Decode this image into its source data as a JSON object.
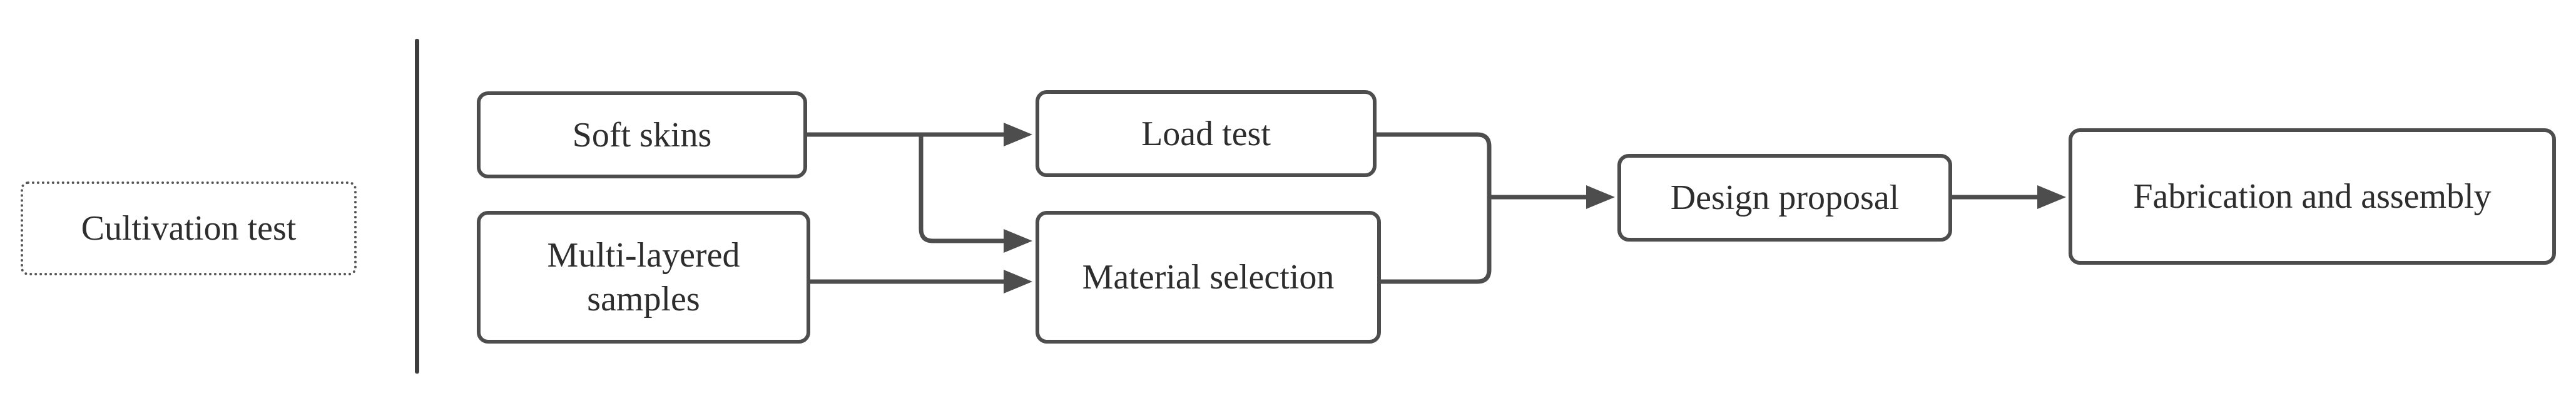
{
  "diagram": {
    "title": "Process flow diagram",
    "colors": {
      "background": "#ffffff",
      "line": "#4d4d4d",
      "box_border": "#4d4d4d",
      "text": "#2d2d2d",
      "divider": "#3d3d3d"
    },
    "nodes": {
      "cultivation": {
        "label": "Cultivation test",
        "style": "dotted"
      },
      "soft_skins": {
        "label": "Soft skins",
        "style": "solid"
      },
      "multi_layered": {
        "label": "Multi-layered samples",
        "style": "solid"
      },
      "load_test": {
        "label": "Load test",
        "style": "solid"
      },
      "material_selection": {
        "label": "Material selection",
        "style": "solid"
      },
      "design_proposal": {
        "label": "Design proposal",
        "style": "solid"
      },
      "fabrication": {
        "label": "Fabrication and assembly",
        "style": "solid"
      }
    },
    "edges": [
      {
        "from": "soft_skins",
        "to": "load_test"
      },
      {
        "from": "soft_skins",
        "to": "material_selection"
      },
      {
        "from": "multi_layered",
        "to": "material_selection"
      },
      {
        "from": "load_test",
        "to": "design_proposal"
      },
      {
        "from": "material_selection",
        "to": "design_proposal"
      },
      {
        "from": "design_proposal",
        "to": "fabrication"
      }
    ]
  }
}
